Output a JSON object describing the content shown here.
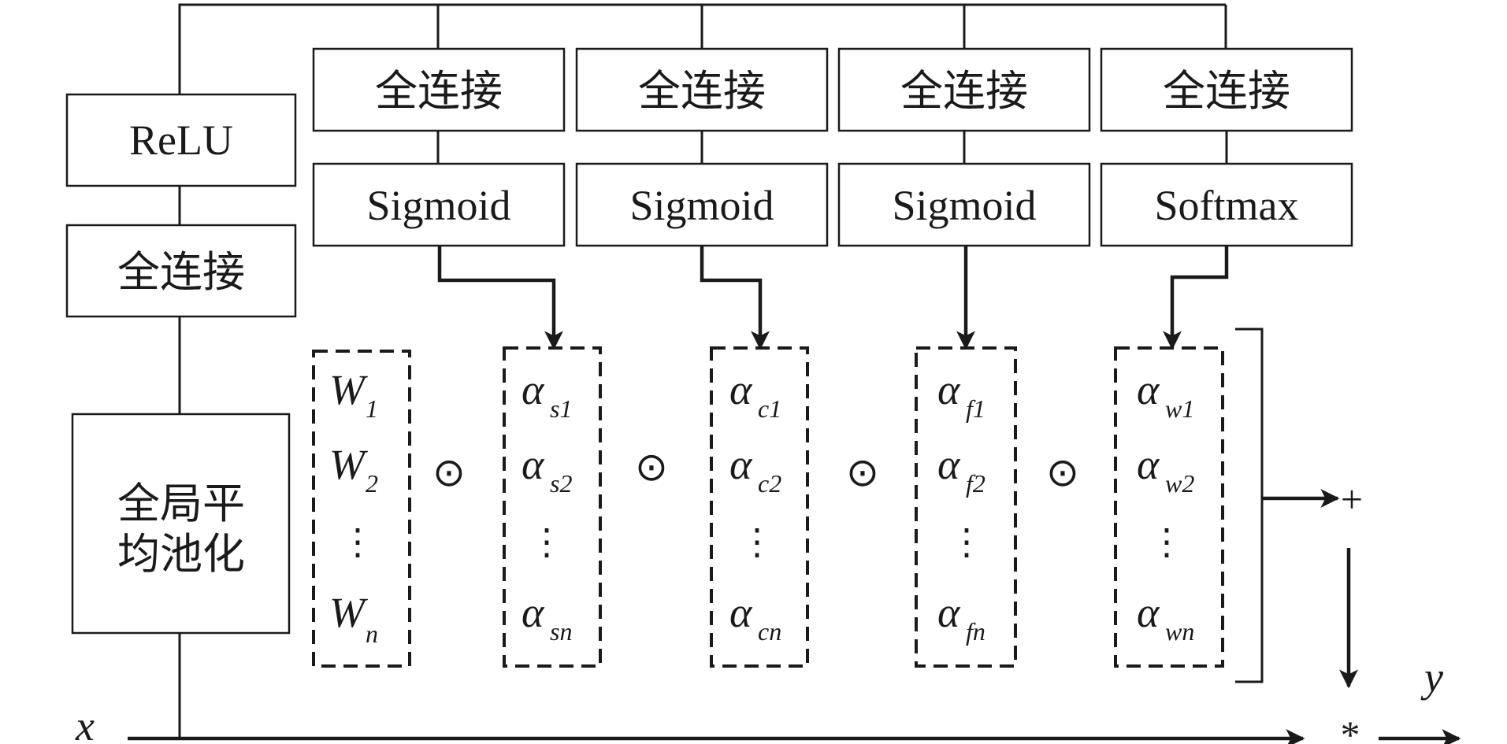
{
  "left_column": {
    "relu": "ReLU",
    "fc": "全连接",
    "gap_line1": "全局平",
    "gap_line2": "均池化"
  },
  "branches": [
    {
      "fc": "全连接",
      "act": "Sigmoid",
      "alpha": "α",
      "subs": [
        "s1",
        "s2",
        "sn"
      ]
    },
    {
      "fc": "全连接",
      "act": "Sigmoid",
      "alpha": "α",
      "subs": [
        "c1",
        "c2",
        "cn"
      ]
    },
    {
      "fc": "全连接",
      "act": "Sigmoid",
      "alpha": "α",
      "subs": [
        "f1",
        "f2",
        "fn"
      ]
    },
    {
      "fc": "全连接",
      "act": "Softmax",
      "alpha": "α",
      "subs": [
        "w1",
        "w2",
        "wn"
      ]
    }
  ],
  "weights": {
    "symbol": "W",
    "subs": [
      "1",
      "2",
      "n"
    ]
  },
  "vdots": "⋮",
  "hadamard": "⊙",
  "plus": "+",
  "star": "*",
  "input_label": "x",
  "output_label": "y"
}
